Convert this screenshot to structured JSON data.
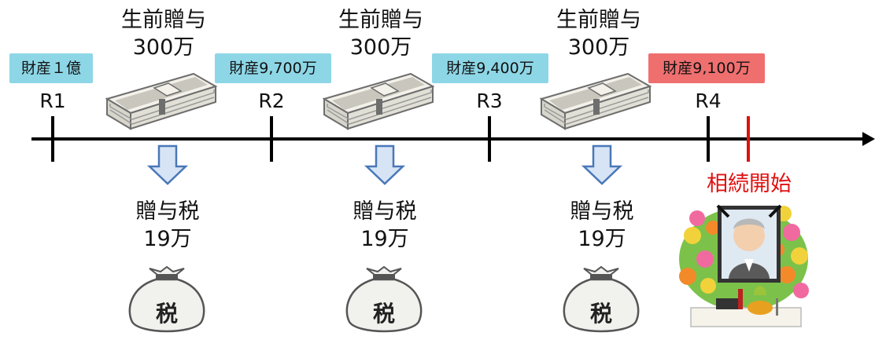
{
  "timeline": {
    "periods": [
      {
        "label": "R1",
        "asset": "財産１億",
        "asset_color": "#8dd6e6"
      },
      {
        "label": "R2",
        "asset": "財産9,700万",
        "asset_color": "#8dd6e6"
      },
      {
        "label": "R3",
        "asset": "財産9,400万",
        "asset_color": "#8dd6e6"
      },
      {
        "label": "R4",
        "asset": "財産9,100万",
        "asset_color": "#ef6f6f"
      }
    ],
    "gifts": [
      {
        "label": "生前贈与\n300万",
        "tax": "贈与税\n19万",
        "bag_text": "税"
      },
      {
        "label": "生前贈与\n300万",
        "tax": "贈与税\n19万",
        "bag_text": "税"
      },
      {
        "label": "生前贈与\n300万",
        "tax": "贈与税\n19万",
        "bag_text": "税"
      }
    ],
    "inheritance_start": "相続開始",
    "inheritance_color": "#e01010",
    "axis_color": "#000000",
    "arrow_color": "#4a78b8",
    "arrow_fill": "#d6e4f5"
  }
}
